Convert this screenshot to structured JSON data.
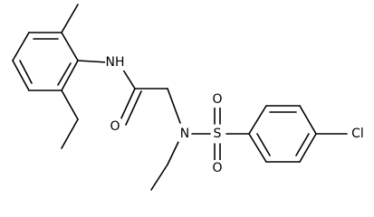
{
  "atom_labels": {
    "amide_nh": "NH",
    "carbonyl_o": "O",
    "amine_n": "N",
    "sulfur": "S",
    "sulfonyl_o_top": "O",
    "sulfonyl_o_bottom": "O",
    "chlorine": "Cl"
  },
  "colors": {
    "bond": "#000000",
    "text": "#000000",
    "background": "#ffffff"
  }
}
